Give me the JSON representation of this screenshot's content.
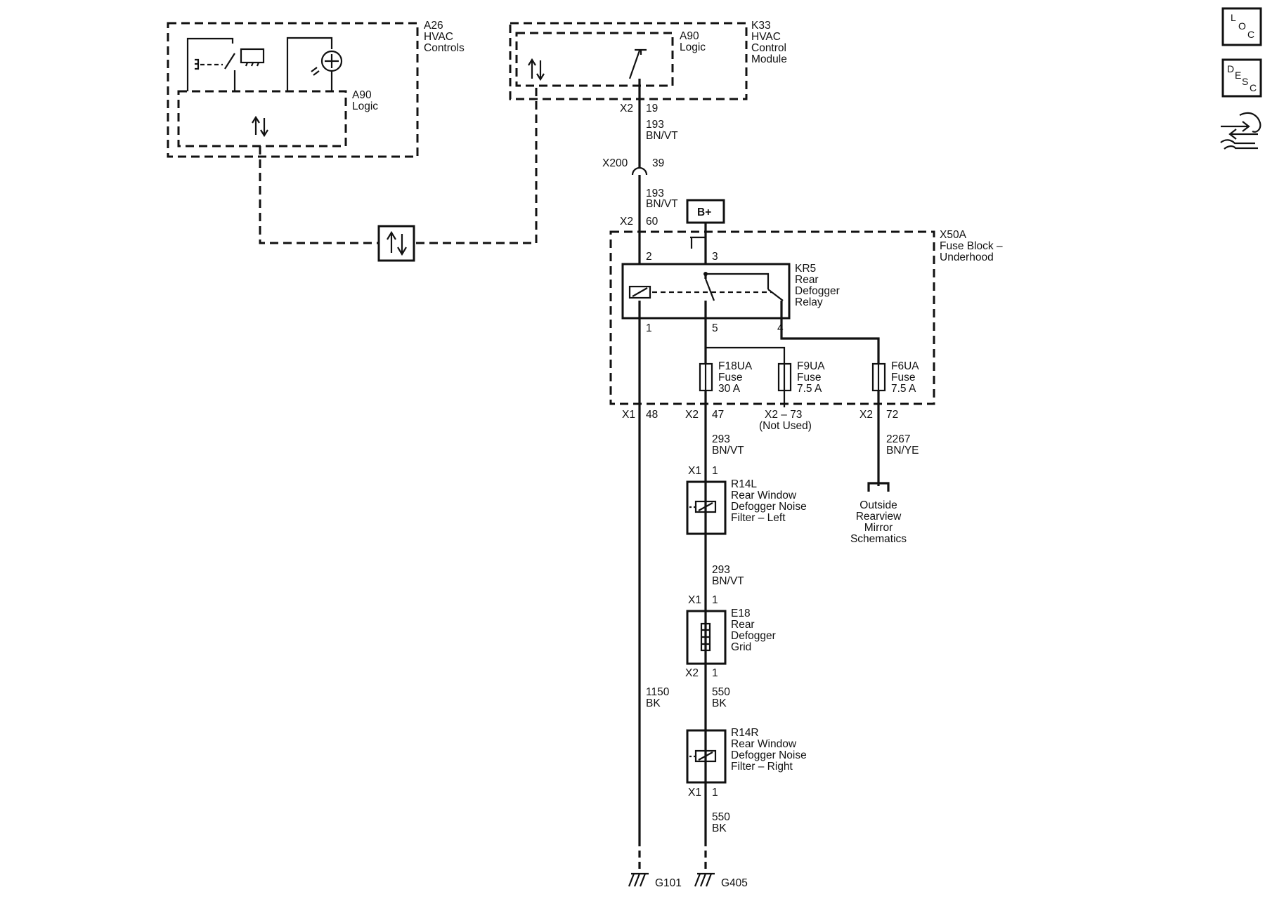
{
  "modules": {
    "a26": {
      "id": "A26",
      "name_l1": "HVAC",
      "name_l2": "Controls"
    },
    "a26_logic": {
      "id": "A90",
      "name": "Logic"
    },
    "k33": {
      "id": "K33",
      "name_l1": "HVAC",
      "name_l2": "Control",
      "name_l3": "Module"
    },
    "k33_logic": {
      "id": "A90",
      "name": "Logic"
    },
    "x50a": {
      "id": "X50A",
      "name_l1": "Fuse Block –",
      "name_l2": "Underhood"
    },
    "kr5": {
      "id": "KR5",
      "name_l1": "Rear",
      "name_l2": "Defogger",
      "name_l3": "Relay"
    },
    "r14l": {
      "id": "R14L",
      "name_l1": "Rear Window",
      "name_l2": "Defogger Noise",
      "name_l3": "Filter – Left"
    },
    "e18": {
      "id": "E18",
      "name_l1": "Rear",
      "name_l2": "Defogger",
      "name_l3": "Grid"
    },
    "r14r": {
      "id": "R14R",
      "name_l1": "Rear Window",
      "name_l2": "Defogger Noise",
      "name_l3": "Filter – Right"
    }
  },
  "fuses": {
    "f18ua": {
      "id": "F18UA",
      "type": "Fuse",
      "rating": "30 A"
    },
    "f9ua": {
      "id": "F9UA",
      "type": "Fuse",
      "rating": "7.5 A"
    },
    "f6ua": {
      "id": "F6UA",
      "type": "Fuse",
      "rating": "7.5 A"
    }
  },
  "power": {
    "label": "B+"
  },
  "connectors": {
    "k33_x2": "X2",
    "k33_pin": "19",
    "x200": "X200",
    "x200_pin": "39",
    "kr5_x2": "X2",
    "kr5_pin60": "60",
    "relay_pin2": "2",
    "relay_pin3": "3",
    "relay_pin1": "1",
    "relay_pin5": "5",
    "relay_pin4": "4",
    "x1_48": "X1",
    "pin48": "48",
    "x2_47": "X2",
    "pin47": "47",
    "x2_73": "X2 – 73",
    "not_used": "(Not Used)",
    "x2_72": "X2",
    "pin72": "72",
    "r14l_x1": "X1",
    "r14l_pin": "1",
    "e18_x1": "X1",
    "e18_pin1": "1",
    "e18_x2": "X2",
    "e18_pin2": "1",
    "r14r_x1": "X1",
    "r14r_pin": "1"
  },
  "wires": {
    "w193a": {
      "circuit": "193",
      "color": "BN/VT"
    },
    "w193b": {
      "circuit": "193",
      "color": "BN/VT"
    },
    "w293a": {
      "circuit": "293",
      "color": "BN/VT"
    },
    "w293b": {
      "circuit": "293",
      "color": "BN/VT"
    },
    "w2267": {
      "circuit": "2267",
      "color": "BN/YE"
    },
    "w1150": {
      "circuit": "1150",
      "color": "BK"
    },
    "w550a": {
      "circuit": "550",
      "color": "BK"
    },
    "w550b": {
      "circuit": "550",
      "color": "BK"
    }
  },
  "mirror_ref": {
    "l1": "Outside",
    "l2": "Rearview",
    "l3": "Mirror",
    "l4": "Schematics"
  },
  "grounds": {
    "g101": "G101",
    "g405": "G405"
  },
  "side_icons": {
    "loc": {
      "icon": "loc-icon",
      "l": "L",
      "o": "O",
      "c": "C"
    },
    "desc": {
      "icon": "desc-icon",
      "d": "D",
      "e": "E",
      "s": "S",
      "c": "C"
    },
    "connector_end_view": {
      "icon": "connector-end-view-icon"
    }
  }
}
